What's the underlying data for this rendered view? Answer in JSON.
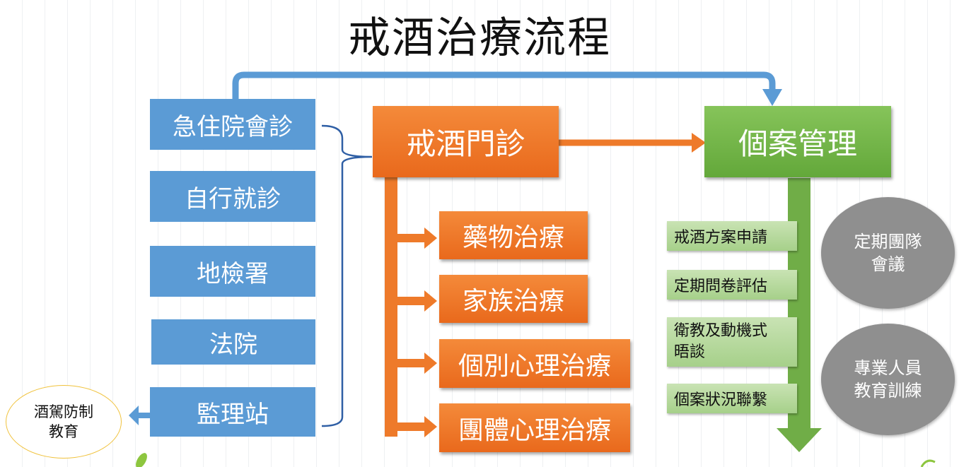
{
  "title": "戒酒治療流程",
  "referrals": [
    "急住院會診",
    "自行就診",
    "地檢署",
    "法院",
    "監理站"
  ],
  "outpatient": "戒酒門診",
  "treatments": [
    "藥物治療",
    "家族治療",
    "個別心理治療",
    "團體心理治療"
  ],
  "case_management": "個案管理",
  "case_steps": [
    "戒酒方案申請",
    "定期問卷評估",
    "衛教及動機式晤談",
    "個案狀況聯繫"
  ],
  "circles": [
    "定期團隊會議",
    "專業人員教育訓練"
  ],
  "education": "酒駕防制教育",
  "colors": {
    "blue": "#5b9bd5",
    "orange": "#ee7a2a",
    "green": "#70ad47",
    "light_green": "#b5d99c",
    "gray": "#8f8f8f",
    "yellow": "#f0c23c"
  }
}
